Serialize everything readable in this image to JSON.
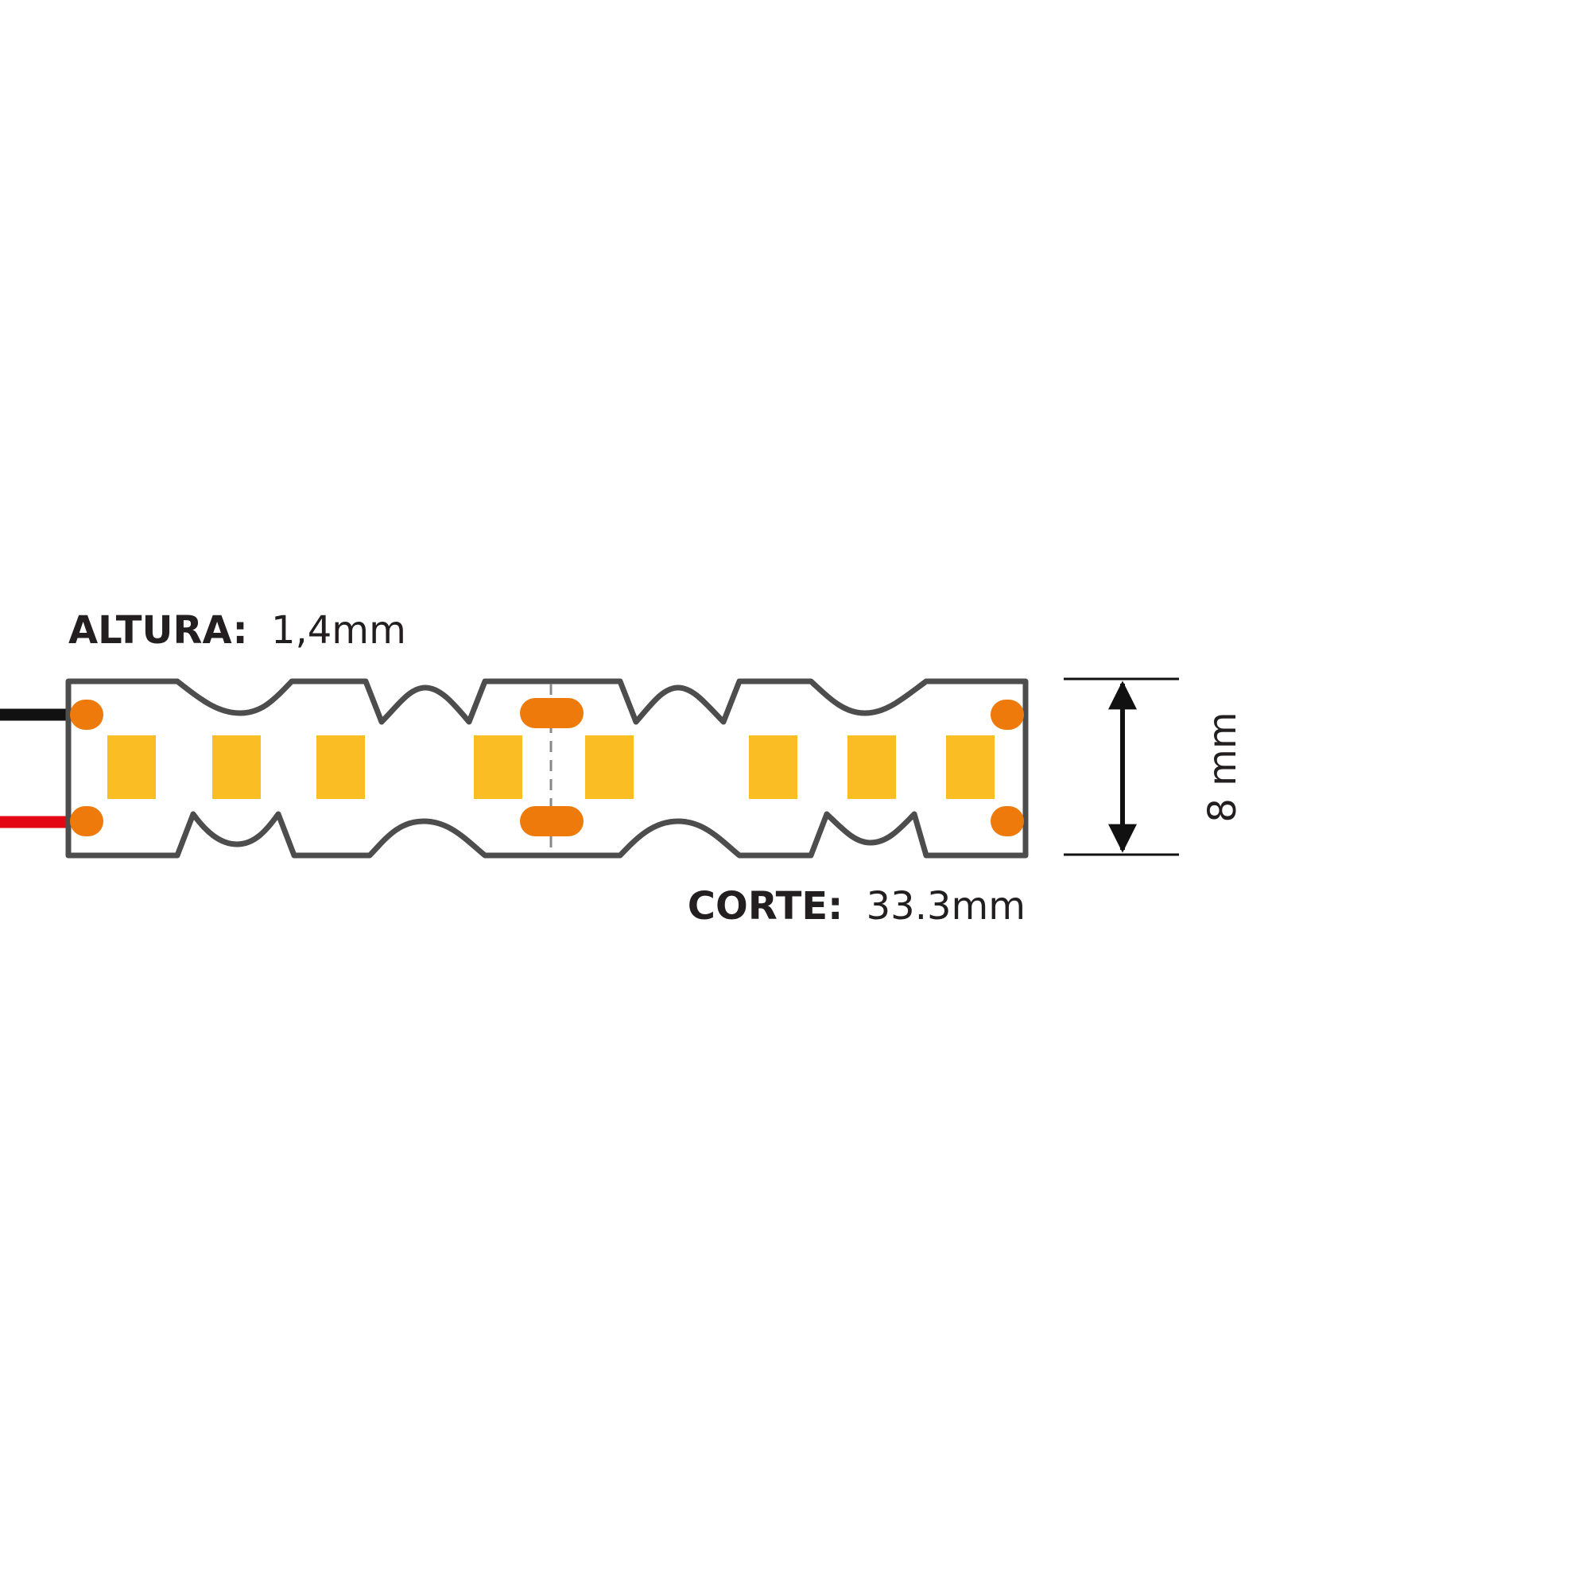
{
  "height_label": {
    "key": "ALTURA:",
    "value": "1,4mm"
  },
  "cut_label": {
    "key": "CORTE:",
    "value": "33.3mm"
  },
  "width_label": "8 mm",
  "colors": {
    "outline": "#4d4d4d",
    "led": "#fbbd24",
    "solder_pad": "#ee7a0b",
    "wire_negative": "#111111",
    "wire_positive": "#e30613",
    "dimension": "#111111",
    "text": "#231f20"
  }
}
